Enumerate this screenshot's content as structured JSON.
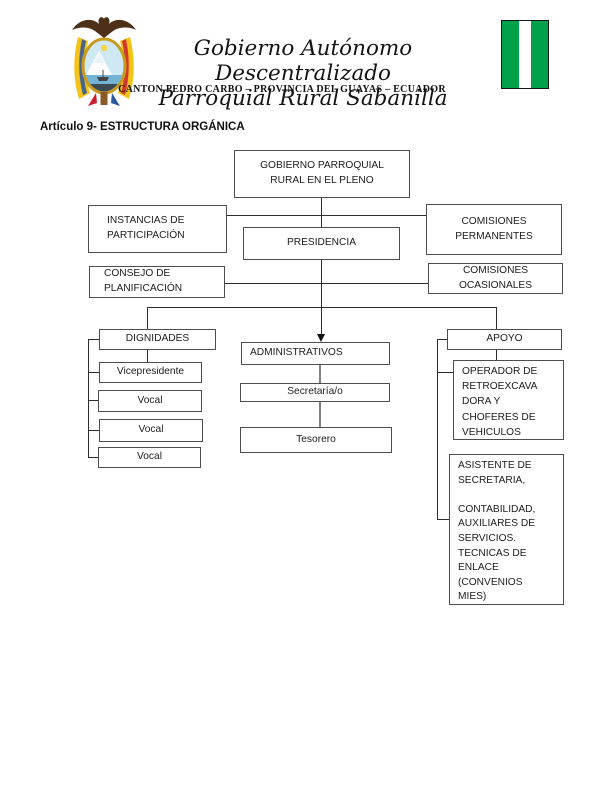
{
  "header": {
    "title_line1": "Gobierno Autónomo Descentralizado",
    "title_line2": "Parroquial Rural Sabanilla",
    "subtitle": "CANTON PEDRO CARBO – PROVINCIA DEL GUAYAS – ECUADOR",
    "coat_of_arms": "ecuador-coat-of-arms",
    "flag": {
      "description": "green-white-green vertical striped flag",
      "green": "#00A14B",
      "white": "#ffffff",
      "border": "#141414"
    }
  },
  "article_heading": "Artículo 9- ESTRUCTURA ORGÁNICA",
  "org_chart": {
    "pleno": "GOBIERNO PARROQUIAL\nRURAL EN EL PLENO",
    "instancias": "INSTANCIAS DE\nPARTICIPACIÓN",
    "presidencia": "PRESIDENCIA",
    "comisiones_permanentes": "COMISIONES\nPERMANENTES",
    "consejo": "CONSEJO DE\nPLANIFICACIÓN",
    "comisiones_ocasionales": "COMISIONES\nOCASIONALES",
    "dignidades": "DIGNIDADES",
    "vicepresidente": "Vicepresidente",
    "vocal_1": "Vocal",
    "vocal_2": "Vocal",
    "vocal_3": "Vocal",
    "administrativos": "ADMINISTRATIVOS",
    "secretaria": "Secretaría/o",
    "tesorero": "Tesorero",
    "apoyo": "APOYO",
    "operador": "OPERADOR DE\nRETROEXCAVA\nDORA Y\nCHOFERES DE\nVEHICULOS",
    "asistente": "ASISTENTE DE\nSECRETARIA,\n\nCONTABILIDAD,\nAUXILIARES DE\nSERVICIOS.\nTECNICAS DE\nENLACE\n(CONVENIOS\nMIES)"
  }
}
